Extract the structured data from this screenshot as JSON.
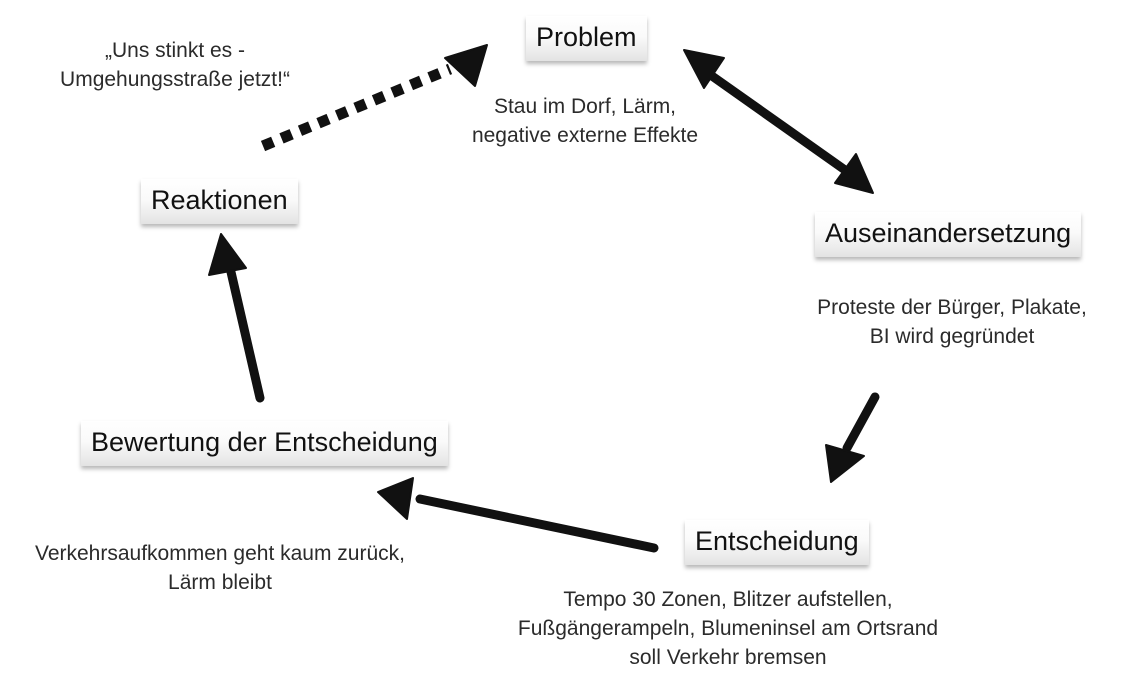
{
  "nodes": {
    "problem": "Problem",
    "auseinandersetzung": "Auseinandersetzung",
    "entscheidung": "Entscheidung",
    "bewertung": "Bewertung der Entscheidung",
    "reaktionen": "Reaktionen"
  },
  "notes": {
    "problem": [
      "Stau im Dorf, Lärm,",
      "negative externe Effekte"
    ],
    "auseinandersetzung": [
      "Proteste der Bürger, Plakate,",
      "BI wird gegründet"
    ],
    "entscheidung": [
      "Tempo 30 Zonen, Blitzer aufstellen,",
      "Fußgängerampeln, Blumeninsel am Ortsrand",
      "soll Verkehr bremsen"
    ],
    "bewertung": [
      "Verkehrsaufkommen geht kaum zurück,",
      "Lärm bleibt"
    ],
    "reaktionen": [
      "„Uns stinkt es -",
      "Umgehungsstraße jetzt!“"
    ]
  },
  "colors": {
    "arrow": "#111111",
    "node_gradient_top": "#ffffff",
    "node_gradient_bottom": "#e3e3e3"
  }
}
